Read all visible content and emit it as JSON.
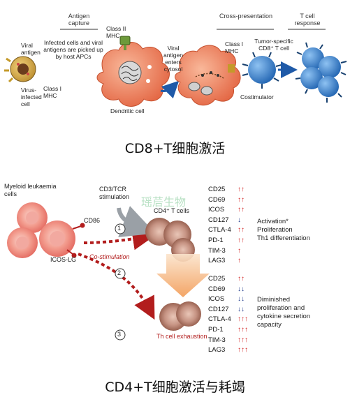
{
  "top_diagram": {
    "box_headers": {
      "antigen_capture": "Antigen capture",
      "cross_presentation": "Cross-presentation",
      "t_cell_response": "T cell response"
    },
    "labels": {
      "viral_antigen": "Viral antigen",
      "virus_infected_cell": "Virus-infected cell",
      "class_i_mhc_left": "Class I MHC",
      "infected_cells_text": "Infected cells and viral antigens are picked up by host APCs",
      "class_ii_mhc": "Class II MHC",
      "dendritic_cell": "Dendritic cell",
      "viral_antigen_enters": "Viral antigen enters cytosol",
      "class_i_mhc_right": "Class I MHC",
      "tumor_specific": "Tumor-specific CD8⁺ T cell",
      "costimulator": "Costimulator"
    },
    "caption": "CD8+T细胞激活"
  },
  "bottom_diagram": {
    "myeloid_label": "Myeloid leukaemia cells",
    "cd3_label": "CD3/TCR stimulation",
    "cd86_label": "CD86",
    "icos_lg_label": "ICOS-LG",
    "costim_label": "Co-stimulation",
    "cd4_label": "CD4⁺ T cells",
    "watermark": "瑶茩生物",
    "exhaustion_label": "Th cell exhaustion",
    "step_markers": [
      "1",
      "2",
      "3"
    ],
    "activation_text": "Activation*\nProliferation\nTh1 differentiation",
    "diminished_text": "Diminished\nproliferation and\ncytokine secretion\ncapacity",
    "activation_markers": [
      {
        "name": "CD25",
        "arrows": "up",
        "count": 2
      },
      {
        "name": "CD69",
        "arrows": "up",
        "count": 2
      },
      {
        "name": "ICOS",
        "arrows": "up",
        "count": 2
      },
      {
        "name": "CD127",
        "arrows": "down",
        "count": 1
      },
      {
        "name": "CTLA-4",
        "arrows": "up",
        "count": 2
      },
      {
        "name": "PD-1",
        "arrows": "up",
        "count": 2
      },
      {
        "name": "TIM-3",
        "arrows": "up",
        "count": 1
      },
      {
        "name": "LAG3",
        "arrows": "up",
        "count": 1
      }
    ],
    "exhaustion_markers": [
      {
        "name": "CD25",
        "arrows": "up",
        "count": 2
      },
      {
        "name": "CD69",
        "arrows": "down",
        "count": 2
      },
      {
        "name": "ICOS",
        "arrows": "down",
        "count": 2
      },
      {
        "name": "CD127",
        "arrows": "down",
        "count": 2
      },
      {
        "name": "CTLA-4",
        "arrows": "up",
        "count": 3
      },
      {
        "name": "PD-1",
        "arrows": "up",
        "count": 3
      },
      {
        "name": "TIM-3",
        "arrows": "up",
        "count": 3
      },
      {
        "name": "LAG3",
        "arrows": "up",
        "count": 3
      }
    ],
    "caption": "CD4+T细胞激活与耗竭"
  },
  "colors": {
    "up_arrow": "#d42a2a",
    "down_arrow": "#1f3a8a",
    "dc_body": "#ef7f5c",
    "t_cell": "#2f7fd0",
    "tumor_cell": "#e8767a",
    "cd4_cell": "#b98372",
    "costim_arrow": "#b21d1d"
  }
}
